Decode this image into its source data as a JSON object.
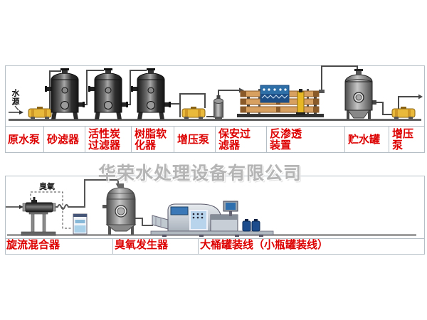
{
  "watermark": "华荣水处理设备有限公司",
  "colors": {
    "label_red": "#dd0000",
    "pump_yellow": "#e9b93c",
    "ro_membrane_tan": "#d8a060",
    "ro_membrane_brown": "#8a5a28",
    "control_panel_blue": "#2f6fa8",
    "bottle_blue": "#1d4d8c",
    "border_gray": "#b6bec6"
  },
  "top_section": {
    "source_label": "水源",
    "equipment_labels": [
      {
        "label": "原水泵"
      },
      {
        "label": "砂滤器"
      },
      {
        "label": "活性炭\n过滤器"
      },
      {
        "label": "树脂软\n化器"
      },
      {
        "label": "增压泵"
      },
      {
        "label": "保安过\n滤器"
      },
      {
        "label": "反渗透\n装置"
      },
      {
        "label": "贮水罐"
      },
      {
        "label": "增压\n泵"
      }
    ]
  },
  "bottom_section": {
    "ozone_label": "臭氧",
    "equipment_labels": [
      {
        "label": "旋流混合器"
      },
      {
        "label": "臭氧发生器"
      },
      {
        "label": "大桶罐装线（小瓶罐装线）"
      }
    ]
  }
}
